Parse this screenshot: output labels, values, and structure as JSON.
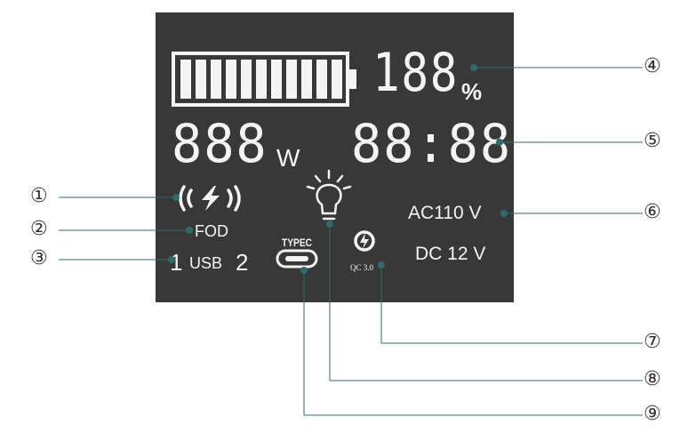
{
  "display": {
    "percent_digits": "188",
    "percent_unit": "%",
    "watt_digits": "888",
    "watt_unit": "W",
    "time": "88:88",
    "fod_label": "FOD",
    "usb_left": "1",
    "usb_label": "USB",
    "usb_right": "2",
    "typec_label": "TYPEC",
    "qc_label": "QC 3.0",
    "ac_label": "AC110 V",
    "dc_label": "DC 12 V"
  },
  "callouts": [
    "①",
    "②",
    "③",
    "④",
    "⑤",
    "⑥",
    "⑦",
    "⑧",
    "⑨"
  ],
  "colors": {
    "panel": "#383838",
    "lcd_text": "#f4f4f4",
    "leader_line": "#2e6b69",
    "dot": "#2e6b69"
  },
  "icons": [
    "battery-icon",
    "wireless-charging-icon",
    "lightbulb-icon",
    "usb-c-port-icon",
    "quick-charge-icon"
  ]
}
